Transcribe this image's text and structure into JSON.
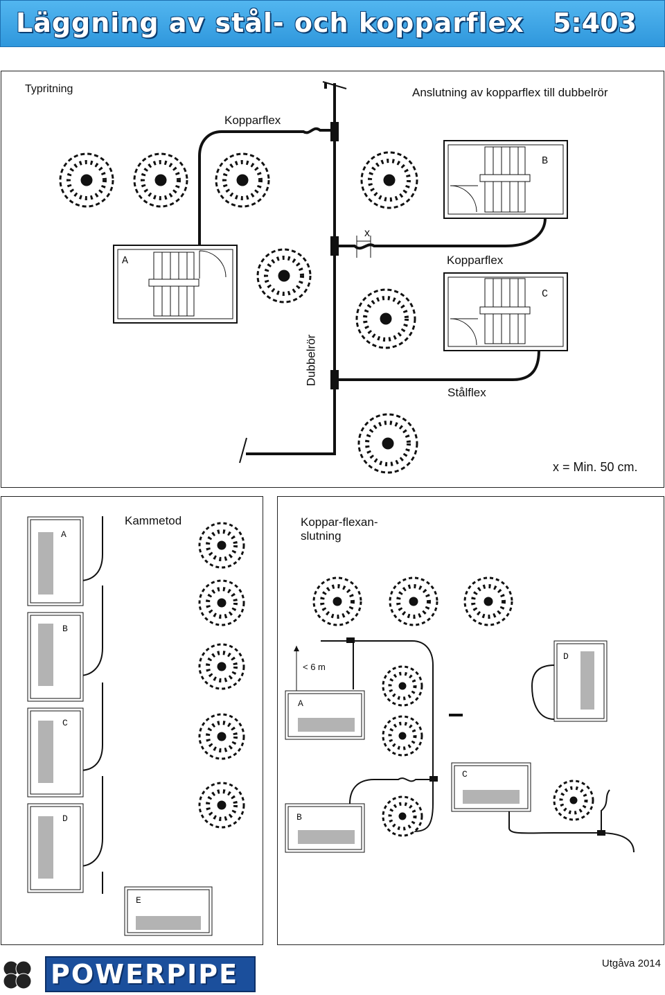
{
  "header": {
    "title": "Läggning av stål- och kopparflex",
    "code": "5:403"
  },
  "top_panel": {
    "typritning": "Typritning",
    "anslutning": "Anslutning av kopparflex till dubbelrör",
    "kopparflex_top": "Kopparflex",
    "kopparflex_mid": "Kopparflex",
    "dubbelror": "Dubbelrör",
    "stalflex": "Stålflex",
    "x_marker": "x",
    "x_note": "x = Min. 50 cm.",
    "houses": [
      "A",
      "B",
      "C"
    ]
  },
  "bottom_left": {
    "title": "Kammetod",
    "houses": [
      "A",
      "B",
      "C",
      "D",
      "E"
    ]
  },
  "bottom_right": {
    "title_line1": "Koppar-flexan-",
    "title_line2": "slutning",
    "distance": "< 6 m",
    "houses": [
      "A",
      "B",
      "C",
      "D"
    ]
  },
  "footer": {
    "brand": "POWERPIPE",
    "edition": "Utgåva 2014"
  }
}
